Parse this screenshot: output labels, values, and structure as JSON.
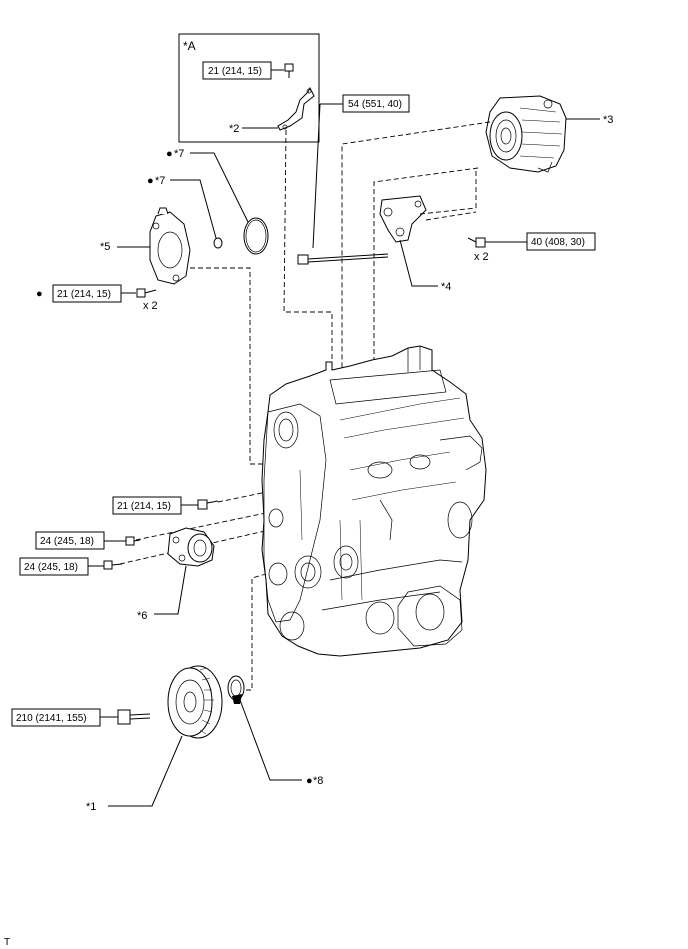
{
  "inset": {
    "label": "*A",
    "torque": "21 (214, 15)",
    "part": "*2"
  },
  "torques": {
    "t54": "54 (551, 40)",
    "t40": "40 (408, 30)",
    "t21_top": "21 (214, 15)",
    "t21_mid": "21 (214, 15)",
    "t24_a": "24 (245, 18)",
    "t24_b": "24 (245, 18)",
    "t210": "210 (2141, 155)"
  },
  "callouts": {
    "p1": "*1",
    "p3": "*3",
    "p4": "*4",
    "p5": "*5",
    "p6": "*6",
    "p7a": "*7",
    "p7b": "*7",
    "p8": "*8"
  },
  "bullet": "●",
  "qty_x2": "x 2",
  "footer_mark": "T"
}
